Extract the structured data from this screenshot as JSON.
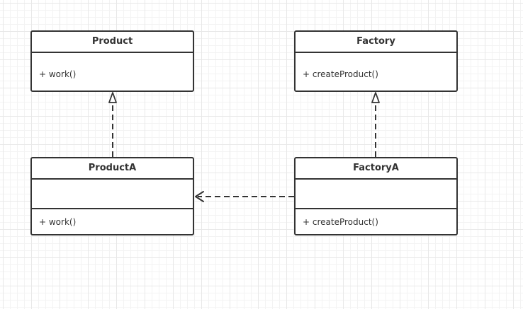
{
  "diagram": {
    "classes": {
      "product": {
        "name": "Product",
        "methods": [
          "+ work()"
        ]
      },
      "factory": {
        "name": "Factory",
        "methods": [
          "+ createProduct()"
        ]
      },
      "product_a": {
        "name": "ProductA",
        "attributes": [],
        "methods": [
          "+ work()"
        ]
      },
      "factory_a": {
        "name": "FactoryA",
        "attributes": [],
        "methods": [
          "+ createProduct()"
        ]
      }
    },
    "relations": [
      {
        "from": "ProductA",
        "to": "Product",
        "type": "realization"
      },
      {
        "from": "FactoryA",
        "to": "Factory",
        "type": "realization"
      },
      {
        "from": "FactoryA",
        "to": "ProductA",
        "type": "dependency"
      }
    ],
    "colors": {
      "stroke": "#333333",
      "text": "#333333",
      "background": "#ffffff",
      "grid": "#e8e8e8"
    }
  }
}
